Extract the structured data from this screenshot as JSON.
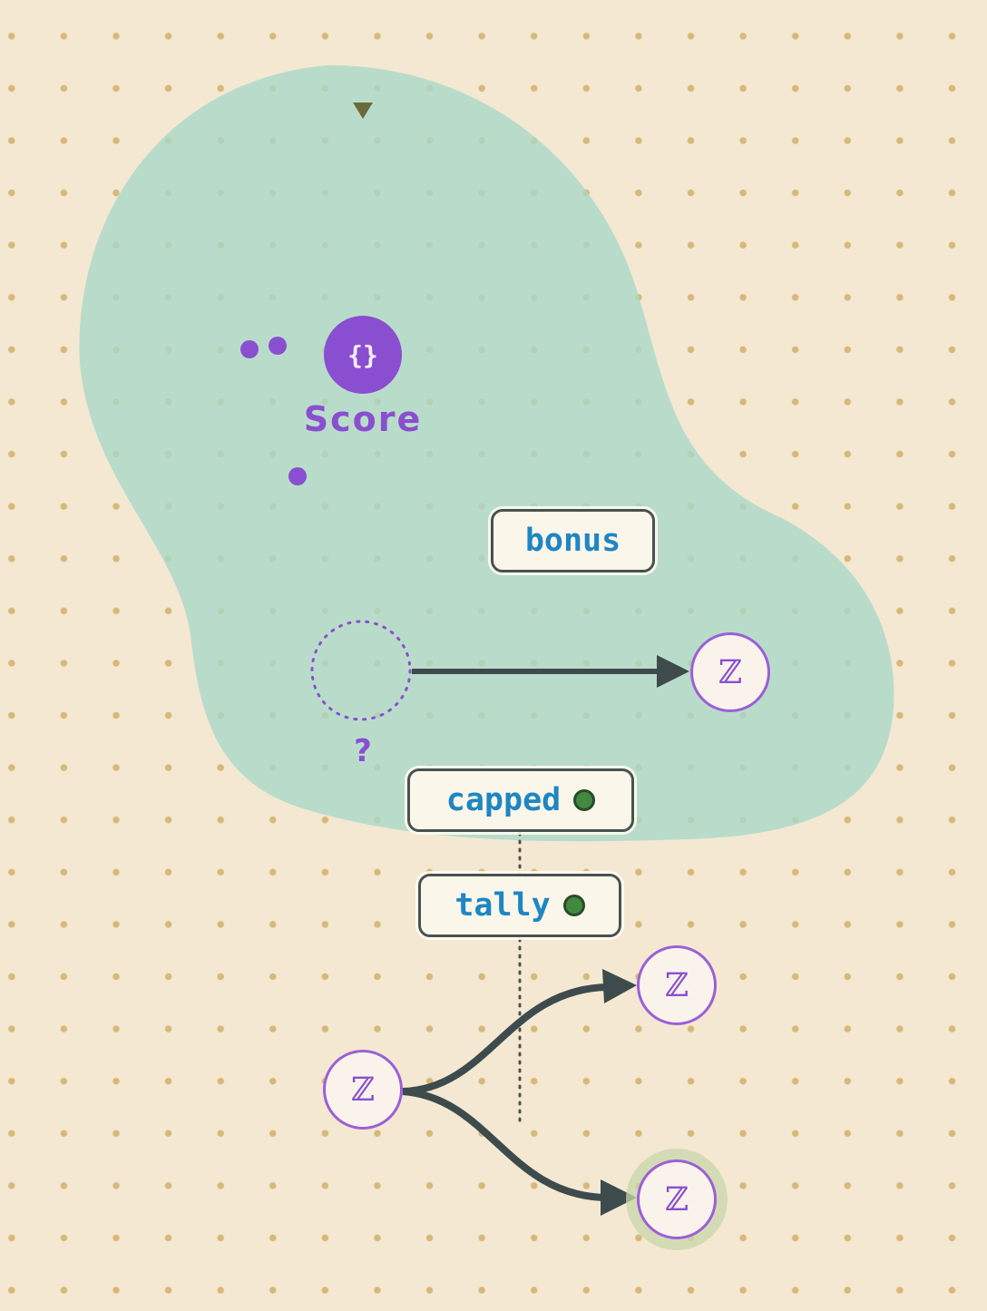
{
  "chips": {
    "bonus": "bonus",
    "capped": "capped",
    "tally": "tally"
  },
  "score": {
    "label": "Score",
    "icon": "{}"
  },
  "hole": {
    "label": "?"
  },
  "type_nodes": {
    "glyph": "ℤ"
  },
  "colors": {
    "background": "#f4e8d2",
    "region": "#a8d8c8",
    "accent_purple": "#8a4fd0",
    "chip_text": "#1e86c3",
    "status_dot": "#3f8a3f",
    "wire": "#3d4b4d"
  }
}
